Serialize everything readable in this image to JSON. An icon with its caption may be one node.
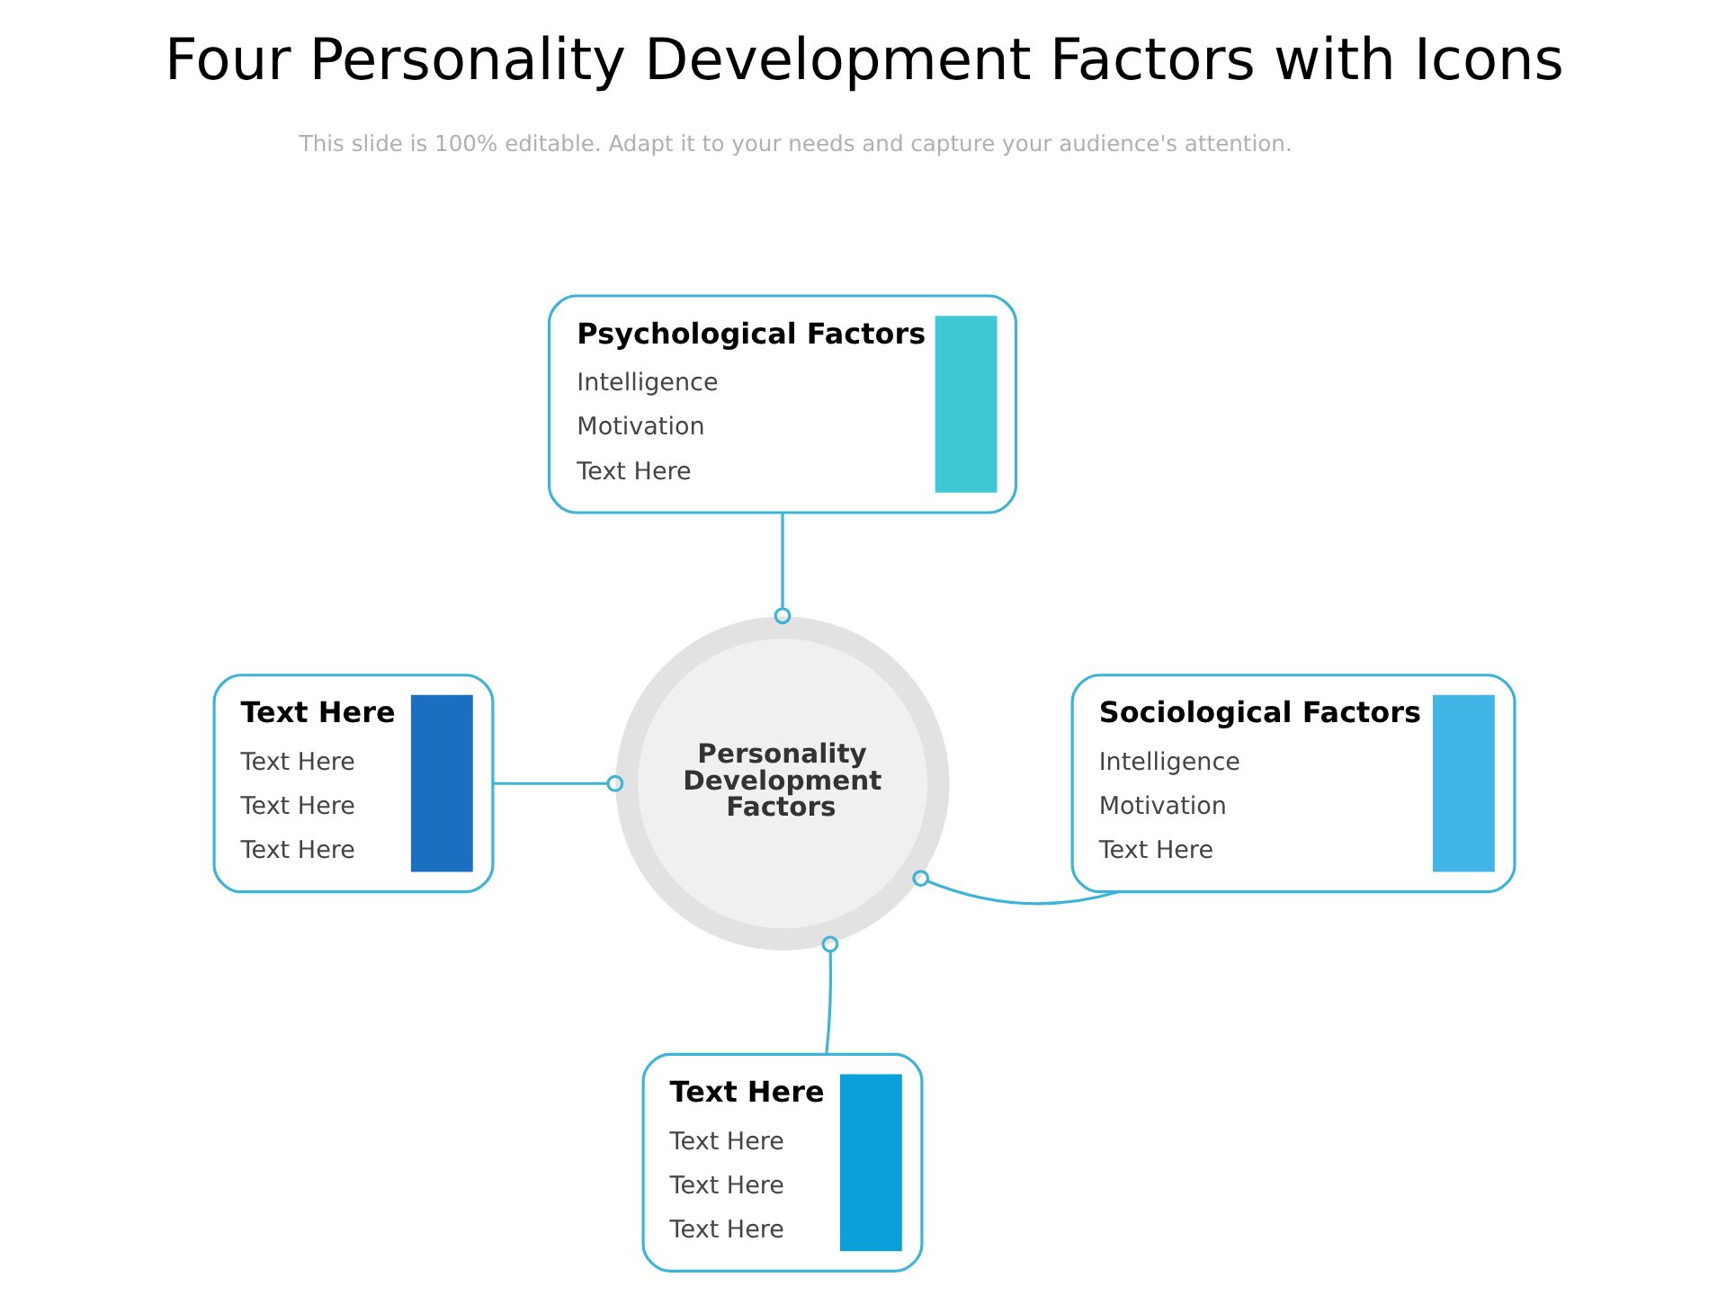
{
  "diagram": {
    "title": "Four Personality Development Factors with Icons",
    "nodes": [
      {
        "text": [
          "Psychological Factors",
          "Intelligence",
          "Motivation",
          "Text Here"
        ]
      },
      {
        "text": [
          "Text Here",
          "Text Here",
          "Text Here",
          "Text Here"
        ]
      },
      {
        "text": [
          "Personality Development Factors"
        ]
      },
      {
        "text": [
          "Sociological Factors",
          "Intelligence",
          "Motivation",
          "Text Here"
        ]
      },
      {
        "text": [
          "Text Here",
          "Text Here",
          "Text Here",
          "Text Here"
        ]
      }
    ],
    "edges": [
      {
        "from": 0,
        "to": 2,
        "arrow": "other"
      },
      {
        "from": 1,
        "to": 2,
        "arrow": "other"
      },
      {
        "from": 3,
        "to": 2,
        "arrow": "other"
      },
      {
        "from": 4,
        "to": 2,
        "arrow": "other"
      }
    ],
    "labels": [
      "This slide is 100% editable. Adapt it to your needs and capture your audience's attention."
    ]
  }
}
